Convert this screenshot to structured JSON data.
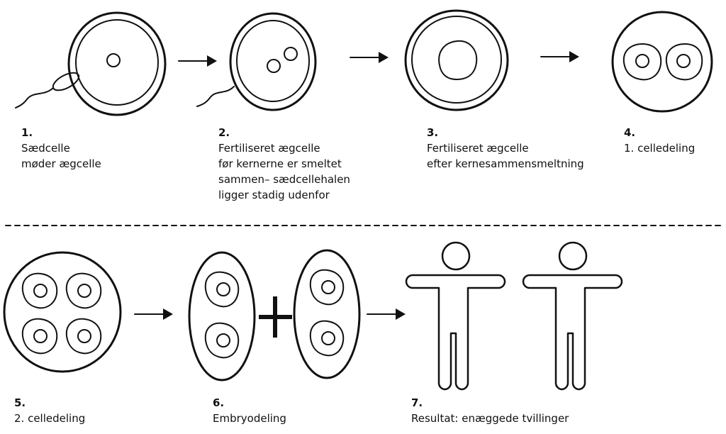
{
  "steps": [
    {
      "number": "1.",
      "lines": [
        "Sædcelle",
        "møder ægcelle"
      ]
    },
    {
      "number": "2.",
      "lines": [
        "Fertiliseret ægcelle",
        "før kernerne er smeltet",
        "sammen– sædcellehalen",
        "ligger stadig udenfor"
      ]
    },
    {
      "number": "3.",
      "lines": [
        "Fertiliseret ægcelle",
        "efter kernesammensmeltning"
      ]
    },
    {
      "number": "4.",
      "lines": [
        "1. celledeling"
      ]
    },
    {
      "number": "5.",
      "lines": [
        "2. celledeling"
      ]
    },
    {
      "number": "6.",
      "lines": [
        "Embryodeling"
      ]
    },
    {
      "number": "7.",
      "lines": [
        "Resultat: enæggede tvillinger"
      ]
    }
  ],
  "colors": {
    "stroke": "#111111",
    "background": "#ffffff"
  }
}
